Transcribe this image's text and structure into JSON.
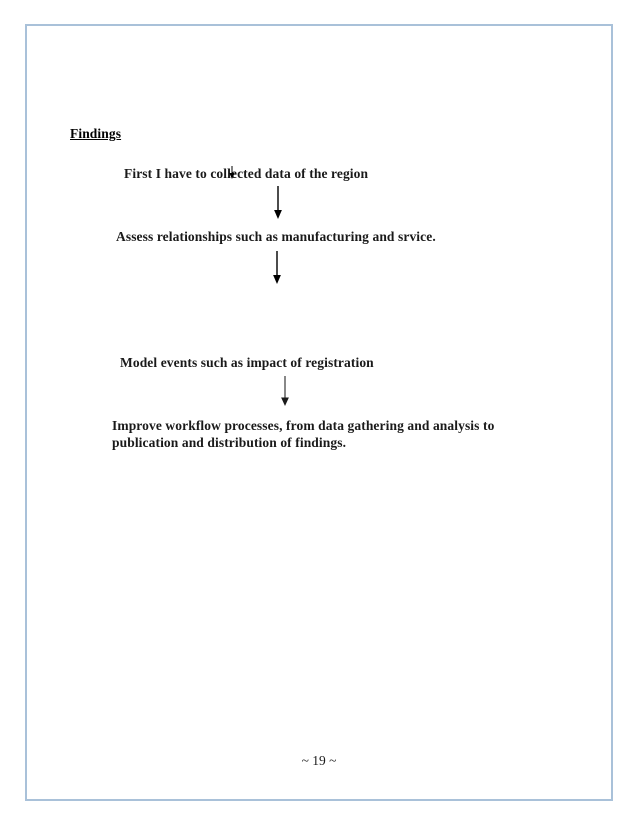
{
  "page": {
    "heading": "Findings",
    "page_number": "~ 19 ~",
    "border_color": "#a9c1d9",
    "text_color": "#1a1a1a",
    "background_color": "#ffffff"
  },
  "flowchart": {
    "steps": [
      {
        "label": "First I have to collected data of the region"
      },
      {
        "label": "Assess relationships such as manufacturing and srvice."
      },
      {
        "label": "Model events such as impact of registration"
      },
      {
        "label": "Improve workflow processes, from data gathering and analysis to publication and distribution of findings."
      }
    ],
    "connectors": [
      {
        "name": "arrow-down-1",
        "color": "#000000"
      },
      {
        "name": "arrow-down-2",
        "color": "#000000"
      },
      {
        "name": "arrow-down-3",
        "color": "#6b6b6b"
      }
    ]
  }
}
